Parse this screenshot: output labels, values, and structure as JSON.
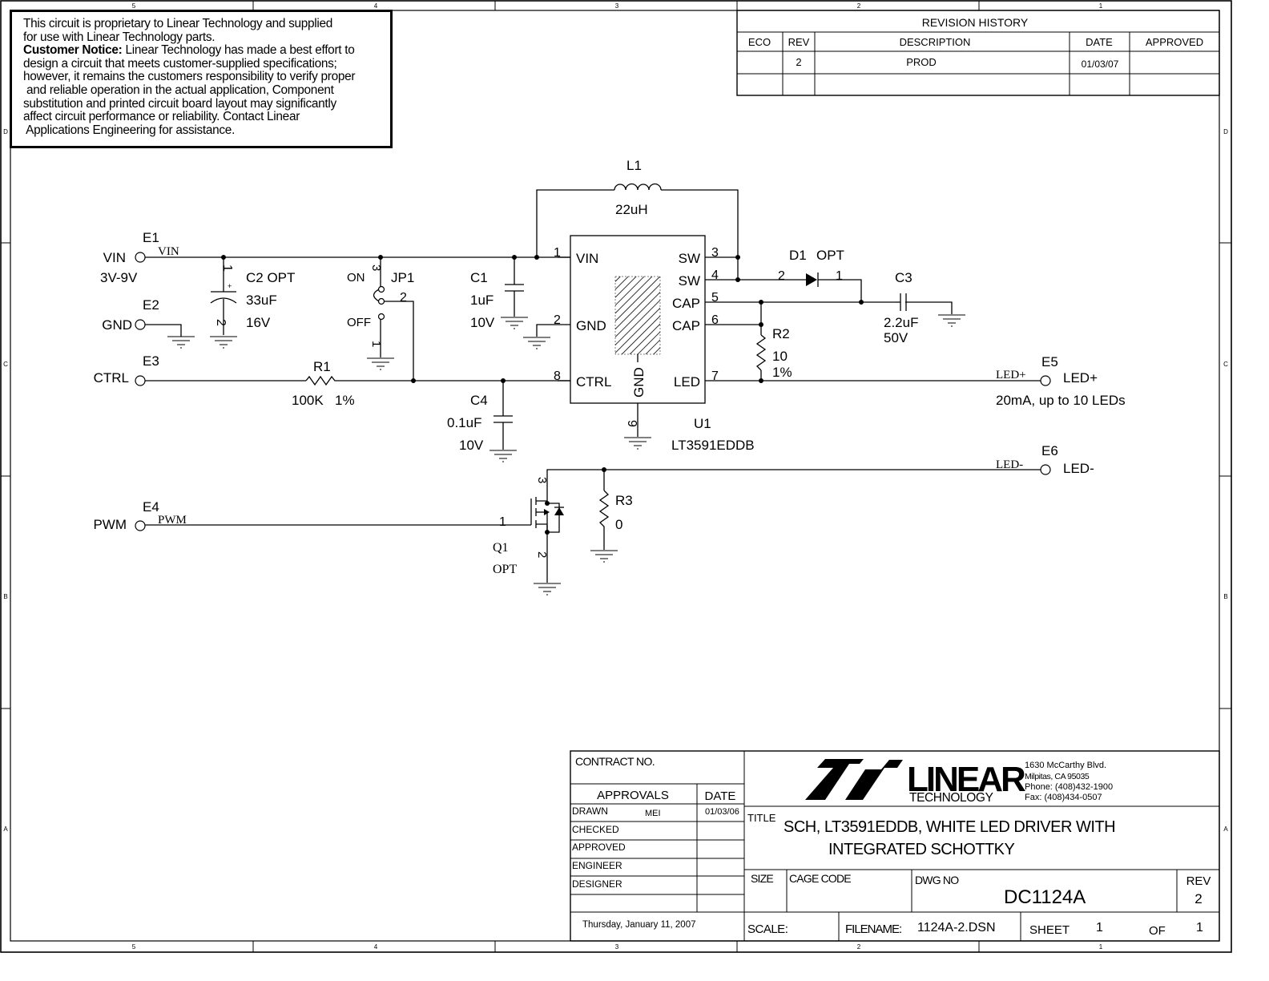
{
  "frame": {
    "zones_top": [
      "5",
      "4",
      "3",
      "2",
      "1"
    ],
    "zones_bottom": [
      "5",
      "4",
      "3",
      "2",
      "1"
    ],
    "zones_side": [
      "D",
      "C",
      "B",
      "A"
    ]
  },
  "notice": {
    "line1": "This circuit is proprietary to Linear Technology and supplied",
    "line2": "for use with Linear Technology parts.",
    "bold_label": "Customer Notice:",
    "line3_rest": " Linear Technology has made a best effort to",
    "line4": "design a circuit that meets customer-supplied specifications;",
    "line5": "however, it remains the customers responsibility to verify proper",
    "line6": " and reliable operation in the actual application, Component",
    "line7": "substitution and printed circuit board layout may significantly",
    "line8": "affect circuit performance or reliability. Contact Linear",
    "line9": " Applications Engineering for assistance."
  },
  "revision_history": {
    "title": "REVISION HISTORY",
    "headers": [
      "ECO",
      "REV",
      "DESCRIPTION",
      "DATE",
      "APPROVED"
    ],
    "rows": [
      [
        "",
        "2",
        "PROD",
        "01/03/07",
        ""
      ],
      [
        "",
        "",
        "",
        "",
        ""
      ]
    ]
  },
  "schematic": {
    "terminals": {
      "e1": {
        "ref": "E1",
        "label": "VIN",
        "net": "VIN",
        "note": "3V-9V"
      },
      "e2": {
        "ref": "E2",
        "label": "GND"
      },
      "e3": {
        "ref": "E3",
        "label": "CTRL"
      },
      "e4": {
        "ref": "E4",
        "label": "PWM",
        "net": "PWM"
      },
      "e5": {
        "ref": "E5",
        "label": "LED+",
        "net": "LED+",
        "note": "20mA, up to 10 LEDs"
      },
      "e6": {
        "ref": "E6",
        "label": "LED-",
        "net": "LED-"
      }
    },
    "c2": {
      "ref": "C2 OPT",
      "value": "33uF",
      "voltage": "16V",
      "pin1": "1",
      "pin2": "2",
      "polarity": "+"
    },
    "jp1": {
      "ref": "JP1",
      "on": "ON",
      "off": "OFF",
      "pin1": "1",
      "pin2": "2",
      "pin3": "3"
    },
    "c1": {
      "ref": "C1",
      "value": "1uF",
      "voltage": "10V"
    },
    "r1": {
      "ref": "R1",
      "value": "100K",
      "tolerance": "1%"
    },
    "c4": {
      "ref": "C4",
      "value": "0.1uF",
      "voltage": "10V"
    },
    "l1": {
      "ref": "L1",
      "value": "22uH"
    },
    "u1": {
      "ref": "U1",
      "part": "LT3591EDDB",
      "pins_left": [
        {
          "num": "1",
          "name": "VIN"
        },
        {
          "num": "2",
          "name": "GND"
        },
        {
          "num": "8",
          "name": "CTRL"
        }
      ],
      "pins_right": [
        {
          "num": "3",
          "name": "SW"
        },
        {
          "num": "4",
          "name": "SW"
        },
        {
          "num": "5",
          "name": "CAP"
        },
        {
          "num": "6",
          "name": "CAP"
        },
        {
          "num": "7",
          "name": "LED"
        }
      ],
      "pin_bottom": {
        "num": "9",
        "name": "GND"
      }
    },
    "d1": {
      "ref": "D1",
      "opt": "OPT",
      "pin_a": "2",
      "pin_k": "1"
    },
    "c3": {
      "ref": "C3",
      "value": "2.2uF",
      "voltage": "50V"
    },
    "r2": {
      "ref": "R2",
      "value": "10",
      "tolerance": "1%"
    },
    "q1": {
      "ref": "Q1",
      "opt": "OPT",
      "pin_g": "1",
      "pin_s": "2",
      "pin_d": "3"
    },
    "r3": {
      "ref": "R3",
      "value": "0"
    }
  },
  "title_block": {
    "contract_label": "CONTRACT NO.",
    "approvals_label": "APPROVALS",
    "date_label": "DATE",
    "rows": [
      {
        "role": "DRAWN",
        "name": "MEI",
        "date": "01/03/06"
      },
      {
        "role": "CHECKED",
        "name": "",
        "date": ""
      },
      {
        "role": "APPROVED",
        "name": "",
        "date": ""
      },
      {
        "role": "ENGINEER",
        "name": "",
        "date": ""
      },
      {
        "role": "DESIGNER",
        "name": "",
        "date": ""
      },
      {
        "role": "",
        "name": "",
        "date": ""
      }
    ],
    "print_date": "Thursday, January 11, 2007",
    "company_logo_text": "LINEAR",
    "company_sub": "TECHNOLOGY",
    "address1": "1630 McCarthy Blvd.",
    "address2": "Milpitas, CA 95035",
    "phone": "Phone: (408)432-1900",
    "fax": "Fax: (408)434-0507",
    "title_label": "TITLE",
    "title_line1": "SCH, LT3591EDDB, WHITE LED DRIVER WITH",
    "title_line2": "INTEGRATED SCHOTTKY",
    "size_label": "SIZE",
    "cage_label": "CAGE CODE",
    "dwg_label": "DWG NO",
    "dwg_no": "DC1124A",
    "rev_label": "REV",
    "rev": "2",
    "scale_label": "SCALE:",
    "filename_label": "FILENAME:",
    "filename": "1124A-2.DSN",
    "sheet_label": "SHEET",
    "sheet": "1",
    "of_label": "OF",
    "of": "1"
  }
}
